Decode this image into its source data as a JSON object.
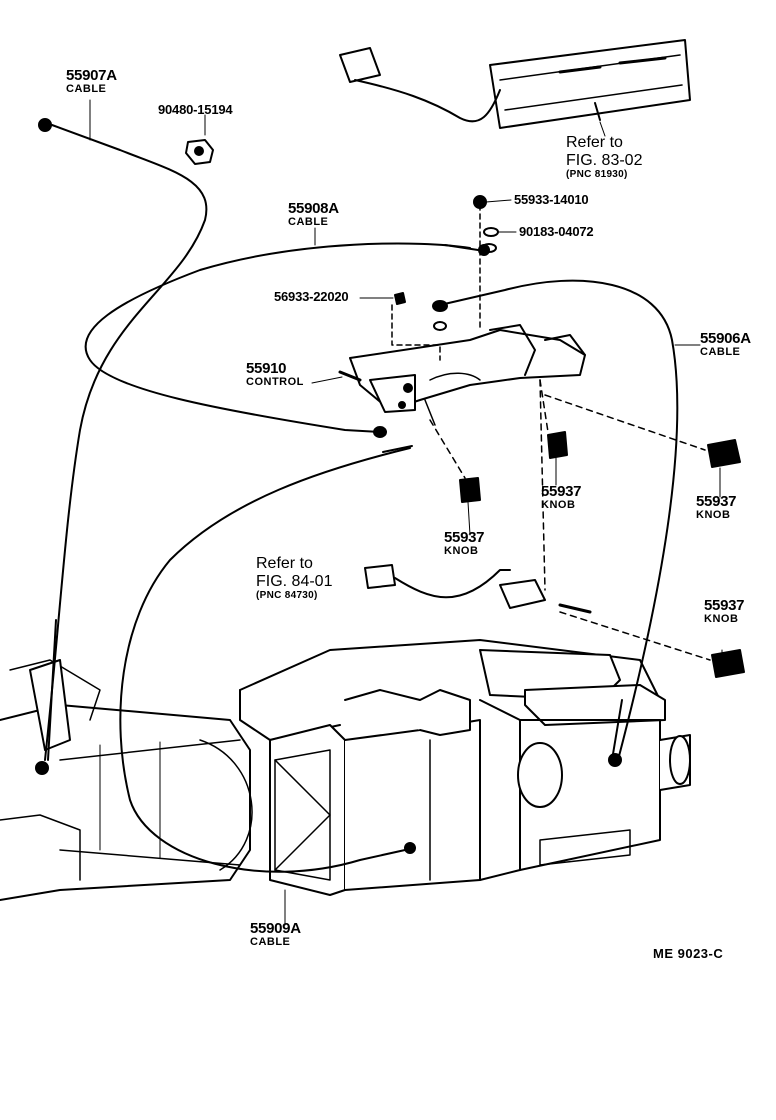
{
  "labels": {
    "cable_55907a": {
      "part": "55907A",
      "name": "CABLE"
    },
    "bolt_90480": {
      "part": "90480-15194"
    },
    "cable_55908a": {
      "part": "55908A",
      "name": "CABLE"
    },
    "clip_56933": {
      "part": "56933-22020"
    },
    "control_55910": {
      "part": "55910",
      "name": "CONTROL"
    },
    "screw_55933": {
      "part": "55933-14010"
    },
    "washer_90183": {
      "part": "90183-04072"
    },
    "cable_55906a": {
      "part": "55906A",
      "name": "CABLE"
    },
    "knob_center": {
      "part": "55937",
      "name": "KNOB"
    },
    "knob_left": {
      "part": "55937",
      "name": "KNOB"
    },
    "knob_right_upper": {
      "part": "55937",
      "name": "KNOB"
    },
    "knob_right_lower": {
      "part": "55937",
      "name": "KNOB"
    },
    "cable_55909a": {
      "part": "55909A",
      "name": "CABLE"
    }
  },
  "refs": {
    "fig_83_02": {
      "line1": "Refer to",
      "line2": "FIG. 83-02",
      "pnc": "(PNC 81930)"
    },
    "fig_84_01": {
      "line1": "Refer to",
      "line2": "FIG. 84-01",
      "pnc": "(PNC 84730)"
    }
  },
  "diagram_code": "ME  9023-C"
}
